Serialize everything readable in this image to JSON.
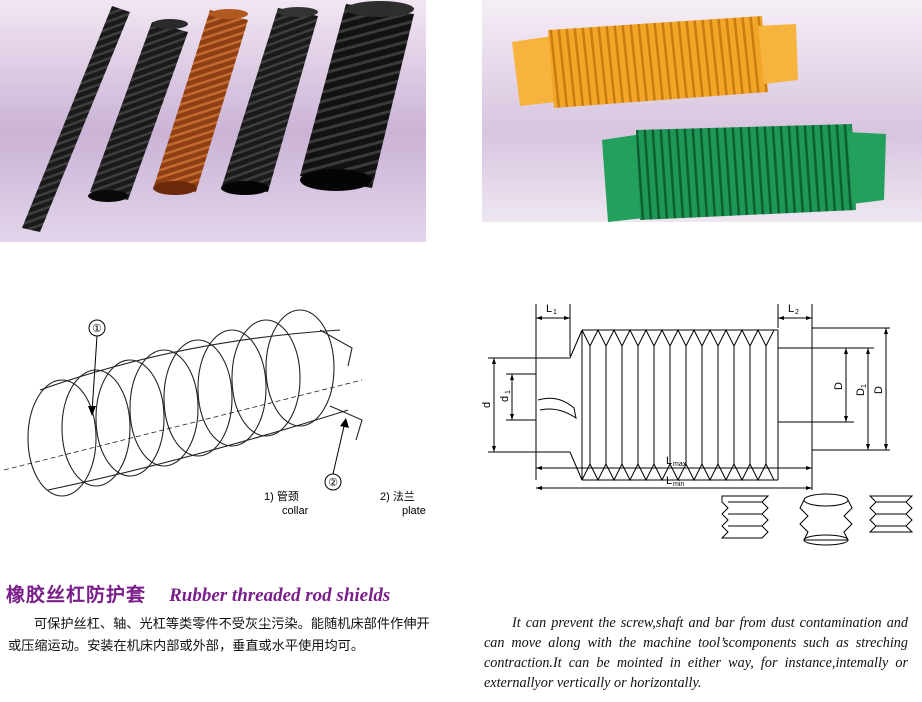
{
  "title": {
    "cn": "橡胶丝杠防护套",
    "en": "Rubber threaded rod shields"
  },
  "description": {
    "cn": "可保护丝杠、轴、光杠等类零件不受灰尘污染。能随机床部件作伸开或压缩运动。安装在机床内部或外部，垂直或水平使用均可。",
    "en": "It can prevent the screw,shaft and bar from dust contamination and can move along with the machine tool’scomponents such as streching contraction.It can be mointed in either way, for instance,intemally or externallyor vertically or horizontally."
  },
  "spiral_diagram": {
    "marker_1": "①",
    "marker_2": "②",
    "caption_1_cn": "1) 管颈",
    "caption_1_en": "collar",
    "caption_2_cn": "2) 法兰",
    "caption_2_en": "plate"
  },
  "dimension_diagram": {
    "L1": "L",
    "L1_sub": "1",
    "L2": "L",
    "L2_sub": "2",
    "d": "d",
    "d1": "d",
    "d1_sub": "1",
    "D": "D",
    "D1": "D",
    "D1_sub": "1",
    "D_outer": "D",
    "Lmax": "L",
    "Lmax_sub": "max",
    "Lmin": "L",
    "Lmin_sub": "min"
  },
  "colors": {
    "title": "#7a1f8a",
    "black_bellows": "#151515",
    "brown_bellows": "#a04a1a",
    "orange_bellows": "#f0a020",
    "green_bellows": "#1a8a4a"
  }
}
